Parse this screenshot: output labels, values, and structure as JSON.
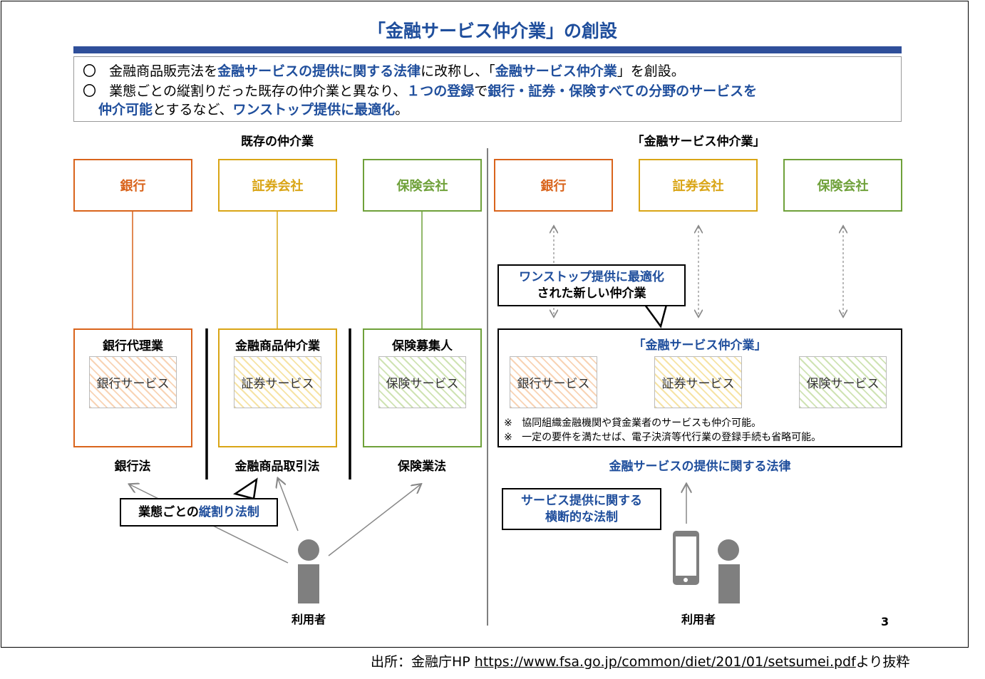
{
  "title": "「金融サービス仲介業」の創設",
  "summary": {
    "bullet": "〇",
    "line1": {
      "a": "金融商品販売法を",
      "b": "金融サービスの提供に関する法律",
      "c": "に改称し、「",
      "d": "金融サービス仲介業",
      "e": "」を創設。"
    },
    "line2": {
      "a": "業態ごとの縦割りだった既存の仲介業と異なり、",
      "b": "１つの登録",
      "c": "で",
      "d": "銀行・証券・保険すべての分野のサービスを"
    },
    "line3": {
      "a": "仲介可能",
      "b": "とするなど、",
      "c": "ワンストップ提供に最適化",
      "d": "。"
    }
  },
  "left": {
    "heading": "既存の仲介業",
    "top_boxes": [
      "銀行",
      "証券会社",
      "保険会社"
    ],
    "agents": [
      {
        "title": "銀行代理業",
        "service": "銀行サービス",
        "law": "銀行法"
      },
      {
        "title": "金融商品仲介業",
        "service": "証券サービス",
        "law": "金融商品取引法"
      },
      {
        "title": "保険募集人",
        "service": "保険サービス",
        "law": "保険業法"
      }
    ],
    "callout": {
      "a": "業態ごとの",
      "b": "縦割り法制"
    },
    "user": "利用者"
  },
  "right": {
    "heading": "「金融サービス仲介業」",
    "top_boxes": [
      "銀行",
      "証券会社",
      "保険会社"
    ],
    "callout1": {
      "line1": "ワンストップ提供に最適化",
      "line2": "された新しい仲介業"
    },
    "box_title": "「金融サービス仲介業」",
    "services": [
      "銀行サービス",
      "証券サービス",
      "保険サービス"
    ],
    "notes": [
      {
        "mark": "※",
        "text": "協同組織金融機関や貸金業者のサービスも仲介可能。"
      },
      {
        "mark": "※",
        "text": "一定の要件を満たせば、電子決済等代行業の登録手続も省略可能。"
      }
    ],
    "law": "金融サービスの提供に関する法律",
    "callout2": {
      "line1": "サービス提供に関する",
      "line2": "横断的な法制"
    },
    "user": "利用者"
  },
  "page_number": "3",
  "source": {
    "prefix": "出所：金融庁HP ",
    "url": "https://www.fsa.go.jp/common/diet/201/01/setsumei.pdf",
    "suffix": "より抜粋"
  },
  "colors": {
    "title": "#1f4e9c",
    "bank": "#d9641c",
    "securities": "#d9a516",
    "insurance": "#6fa13a"
  }
}
